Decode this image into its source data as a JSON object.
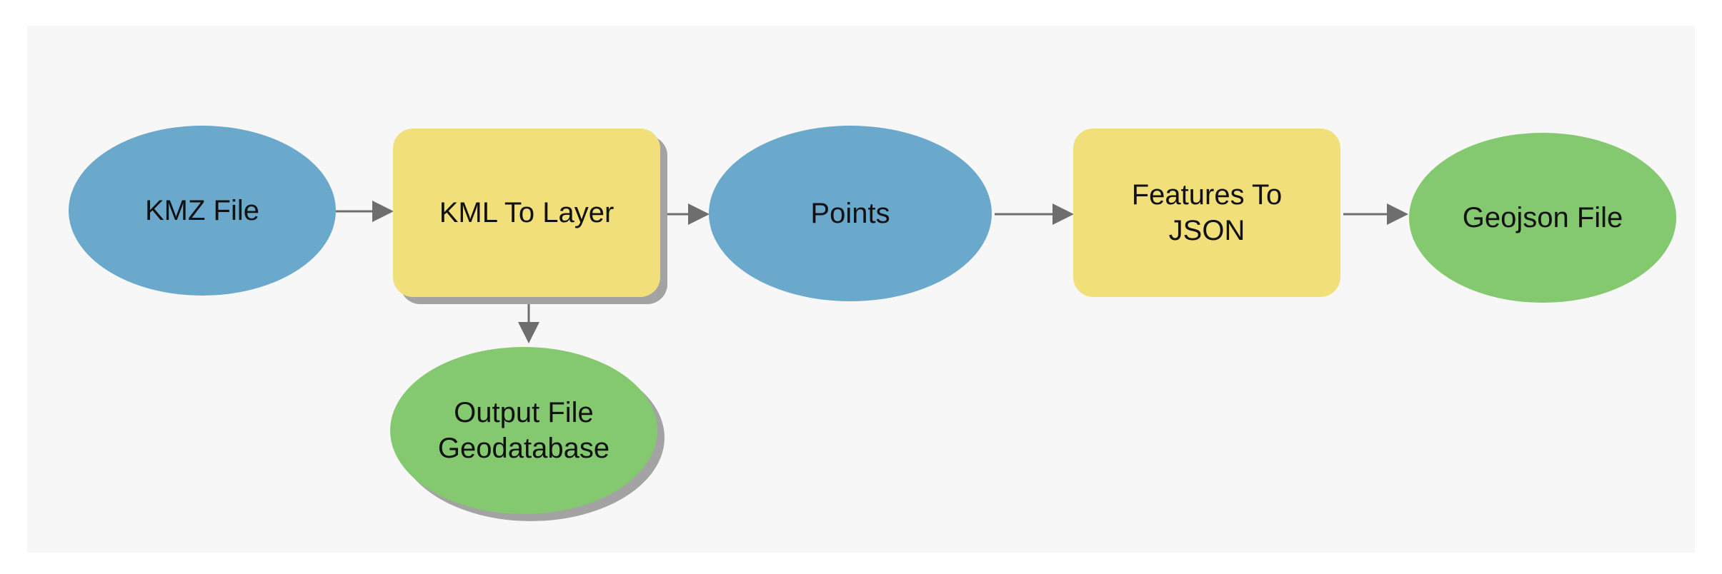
{
  "diagram": {
    "nodes": [
      {
        "id": "kmz",
        "label": "KMZ File",
        "kind": "input",
        "color": "#6aa9cb"
      },
      {
        "id": "kml-to-layer",
        "label": "KML To Layer",
        "kind": "tool",
        "color": "#f1df7a"
      },
      {
        "id": "points",
        "label": "Points",
        "kind": "intermediate",
        "color": "#6aa9cb"
      },
      {
        "id": "features-to-json",
        "label": "Features To\nJSON",
        "kind": "tool",
        "color": "#f1df7a"
      },
      {
        "id": "geojson",
        "label": "Geojson File",
        "kind": "output",
        "color": "#84c970"
      },
      {
        "id": "output-gdb",
        "label": "Output File\nGeodatabase",
        "kind": "output",
        "color": "#84c970"
      }
    ],
    "edges": [
      {
        "from": "kmz",
        "to": "kml-to-layer"
      },
      {
        "from": "kml-to-layer",
        "to": "points"
      },
      {
        "from": "points",
        "to": "features-to-json"
      },
      {
        "from": "features-to-json",
        "to": "geojson"
      },
      {
        "from": "kml-to-layer",
        "to": "output-gdb"
      }
    ],
    "colors": {
      "input": "#6aa9cb",
      "tool": "#f1df7a",
      "output": "#84c970",
      "shadow": "#a3a3a3",
      "arrow": "#6e6e6e",
      "background": "#f7f7f7"
    }
  }
}
